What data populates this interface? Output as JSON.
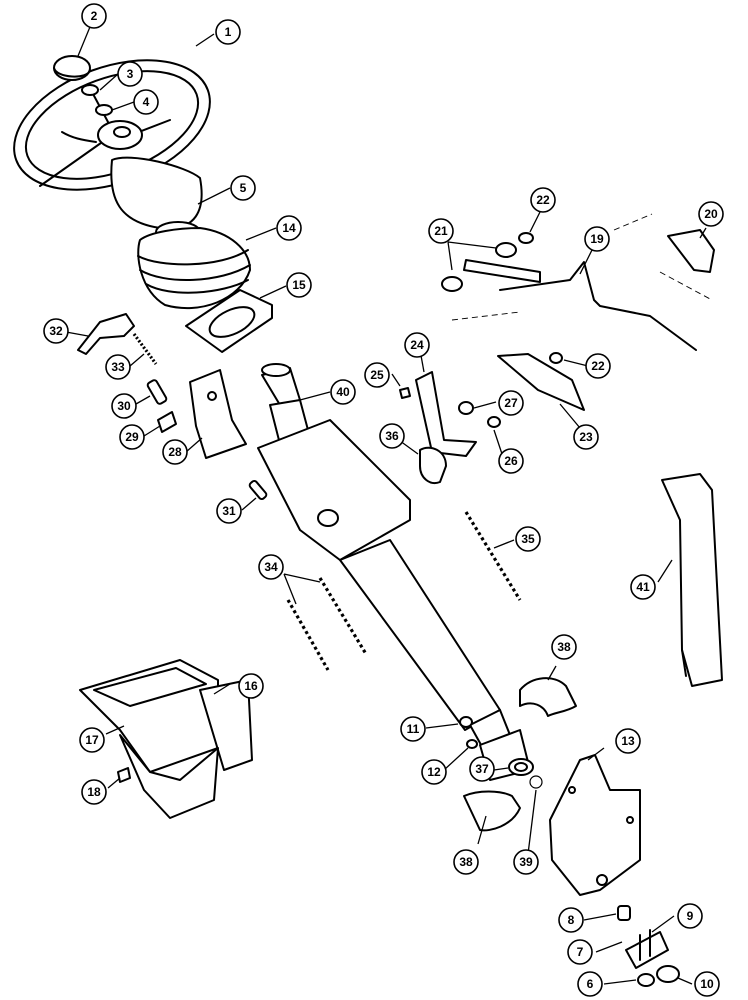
{
  "callouts": {
    "c1": "1",
    "c2": "2",
    "c3": "3",
    "c4": "4",
    "c5": "5",
    "c6": "6",
    "c7": "7",
    "c8": "8",
    "c9": "9",
    "c10": "10",
    "c11": "11",
    "c12": "12",
    "c13": "13",
    "c14": "14",
    "c15": "15",
    "c16": "16",
    "c17": "17",
    "c18": "18",
    "c19": "19",
    "c20": "20",
    "c21": "21",
    "c22a": "22",
    "c22b": "22",
    "c23": "23",
    "c24": "24",
    "c25": "25",
    "c26": "26",
    "c27": "27",
    "c28": "28",
    "c29": "29",
    "c30": "30",
    "c31": "31",
    "c32": "32",
    "c33": "33",
    "c34": "34",
    "c35": "35",
    "c36": "36",
    "c37": "37",
    "c38a": "38",
    "c38b": "38",
    "c39": "39",
    "c40": "40",
    "c41": "41"
  }
}
